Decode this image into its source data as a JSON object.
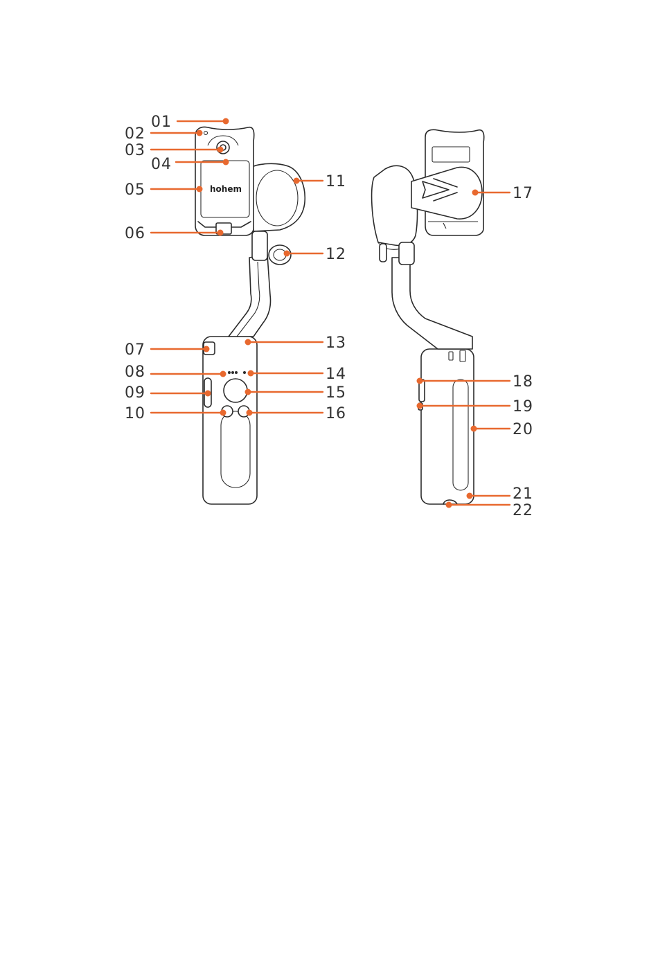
{
  "brand_label": "hohem",
  "colors": {
    "callout": "#e8692f",
    "number": "#333333",
    "outline": "#2b2b2b"
  },
  "callouts": [
    {
      "num": "01"
    },
    {
      "num": "02"
    },
    {
      "num": "03"
    },
    {
      "num": "04"
    },
    {
      "num": "05"
    },
    {
      "num": "06"
    },
    {
      "num": "07"
    },
    {
      "num": "08"
    },
    {
      "num": "09"
    },
    {
      "num": "10"
    },
    {
      "num": "11"
    },
    {
      "num": "12"
    },
    {
      "num": "13"
    },
    {
      "num": "14"
    },
    {
      "num": "15"
    },
    {
      "num": "16"
    },
    {
      "num": "17"
    },
    {
      "num": "18"
    },
    {
      "num": "19"
    },
    {
      "num": "20"
    },
    {
      "num": "21"
    },
    {
      "num": "22"
    }
  ]
}
